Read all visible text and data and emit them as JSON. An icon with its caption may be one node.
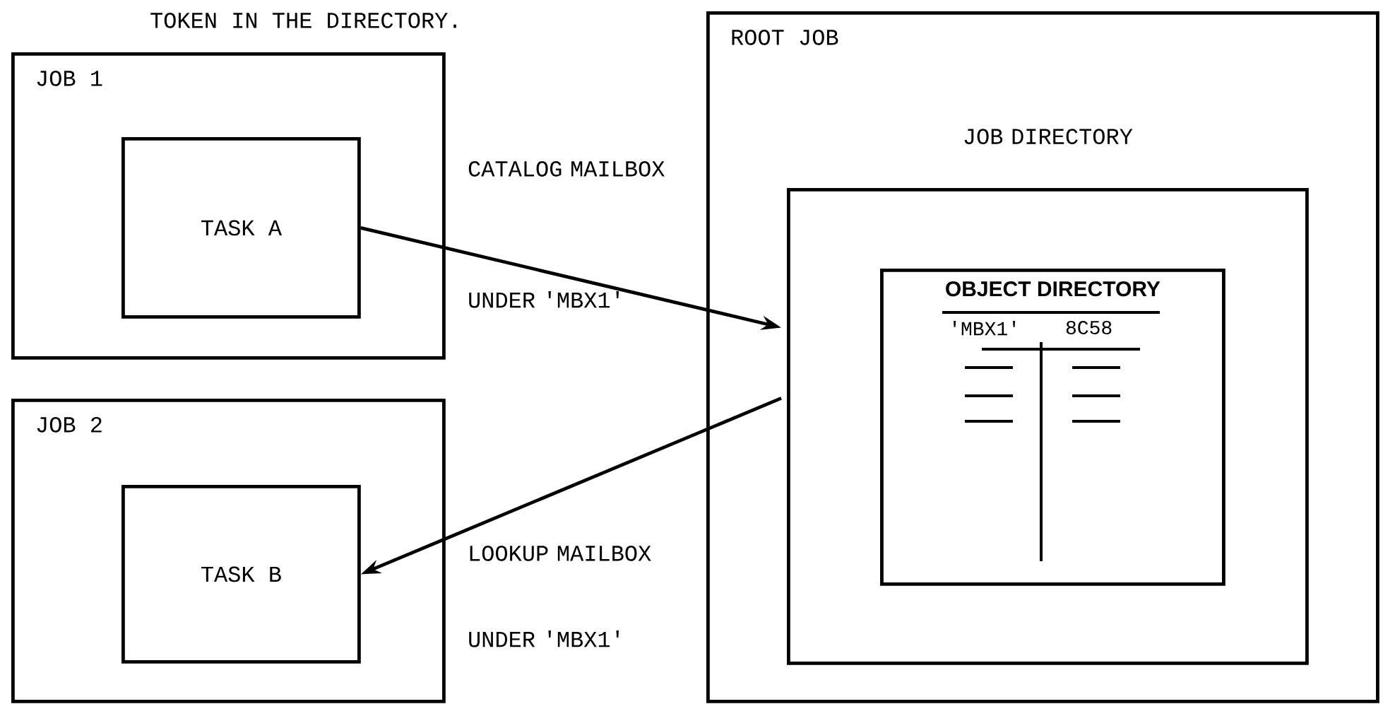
{
  "diagram": {
    "nodes": [
      {
        "text": [
          "JOB 1"
        ]
      },
      {
        "text": [
          "TASK A"
        ],
        "in": 0
      },
      {
        "text": [
          "JOB 2"
        ]
      },
      {
        "text": [
          "TASK B"
        ],
        "in": 2
      },
      {
        "text": [
          "ROOT JOB"
        ]
      },
      {
        "text": [
          "JOB DIRECTORY"
        ],
        "in": 4
      },
      {
        "text": [
          "OBJECT DIRECTORY",
          "'MBX1'",
          "8C58"
        ],
        "in": 5
      }
    ],
    "edges": [
      {
        "from": 1,
        "to": 5,
        "arrow": "to"
      },
      {
        "from": 5,
        "to": 3,
        "arrow": "to"
      }
    ],
    "labels": [
      "TOKEN IN THE DIRECTORY.",
      "CATALOG MAILBOX",
      "UNDER 'MBX1'",
      "LOOKUP MAILBOX",
      "UNDER 'MBX1'"
    ]
  }
}
